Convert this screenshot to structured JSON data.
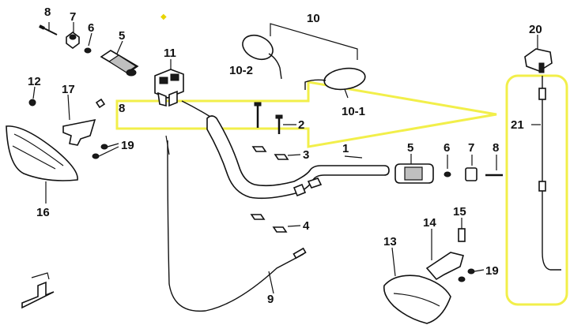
{
  "colors": {
    "highlight": "#f2ef4a",
    "ink": "#111111",
    "accent": "#e8d400"
  },
  "callouts": [
    {
      "id": "c8a",
      "text": "8"
    },
    {
      "id": "c7a",
      "text": "7"
    },
    {
      "id": "c6a",
      "text": "6"
    },
    {
      "id": "c5a",
      "text": "5"
    },
    {
      "id": "c11",
      "text": "11"
    },
    {
      "id": "c10",
      "text": "10"
    },
    {
      "id": "c10_2",
      "text": "10-2"
    },
    {
      "id": "c10_1",
      "text": "10-1"
    },
    {
      "id": "c20",
      "text": "20"
    },
    {
      "id": "c12",
      "text": "12"
    },
    {
      "id": "c17",
      "text": "17"
    },
    {
      "id": "c8b",
      "text": "8"
    },
    {
      "id": "c2",
      "text": "2"
    },
    {
      "id": "c3",
      "text": "3"
    },
    {
      "id": "c1",
      "text": "1"
    },
    {
      "id": "c5b",
      "text": "5"
    },
    {
      "id": "c6b",
      "text": "6"
    },
    {
      "id": "c7b",
      "text": "7"
    },
    {
      "id": "c8c",
      "text": "8"
    },
    {
      "id": "c21",
      "text": "21"
    },
    {
      "id": "c19a",
      "text": "19"
    },
    {
      "id": "c16",
      "text": "16"
    },
    {
      "id": "c4",
      "text": "4"
    },
    {
      "id": "c15",
      "text": "15"
    },
    {
      "id": "c14",
      "text": "14"
    },
    {
      "id": "c13",
      "text": "13"
    },
    {
      "id": "c19b",
      "text": "19"
    },
    {
      "id": "c9",
      "text": "9"
    }
  ]
}
